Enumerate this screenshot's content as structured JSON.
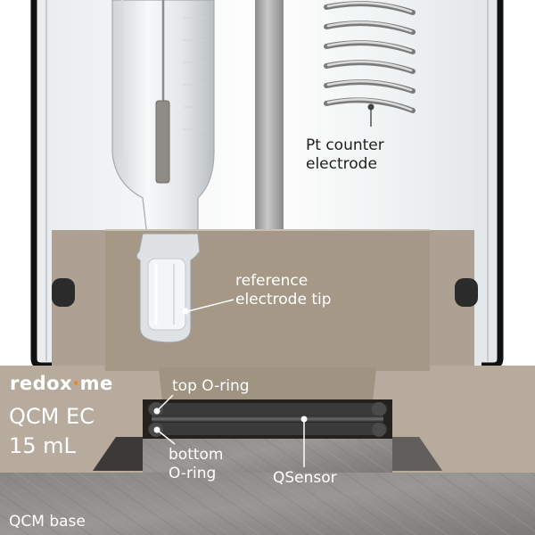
{
  "brand": {
    "logo_prefix": "redox",
    "logo_dot": "·",
    "logo_suffix": "me",
    "product": "QCM EC",
    "volume": "15 mL"
  },
  "labels": {
    "pt_counter_electrode": [
      "Pt counter",
      "electrode"
    ],
    "reference_electrode_tip": [
      "reference",
      "electrode tip"
    ],
    "top_o_ring": "top O-ring",
    "bottom_o_ring": [
      "bottom",
      "O-ring"
    ],
    "qsensor": "QSensor",
    "qcm_base": "QCM base"
  },
  "colors": {
    "body": "#b7ab9d",
    "base": "#8e8a87",
    "glass_frame": "#111111",
    "accent_dot": "#e8862e"
  }
}
